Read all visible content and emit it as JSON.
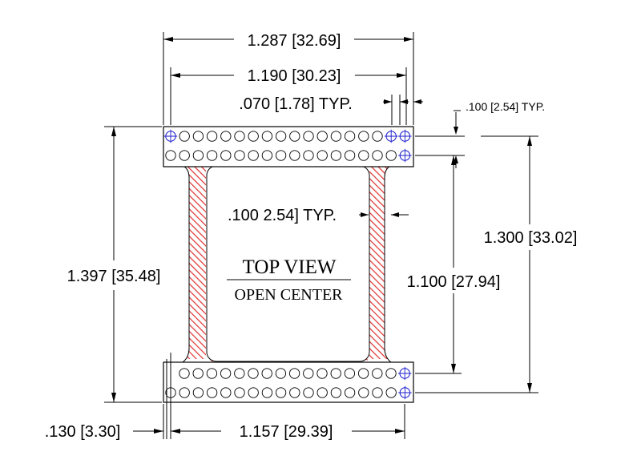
{
  "drawing": {
    "title": "TOP VIEW",
    "subtitle": "OPEN CENTER",
    "hatch_color": "#e03030",
    "pin_marker_color": "#1a1acc",
    "dimensions": {
      "overall_width": "1.287 [32.69]",
      "outer_pitch_span": "1.190 [30.23]",
      "pad_offset": ".070 [1.78]  TYP.",
      "pin_pitch": ".100 [2.54] TYP.",
      "rail_width": ".100 2.54]  TYP.",
      "overall_height": "1.397 [35.48]",
      "row_span_outer": "1.300 [33.02]",
      "row_span_inner": "1.100 [27.94]",
      "edge_offset": ".130 [3.30]",
      "bottom_span": "1.157 [29.39]"
    },
    "pin_rows": {
      "top_row_1_pins": 18,
      "top_row_2_pins": 18,
      "bottom_row_1_pins": 17,
      "bottom_row_2_pins": 18
    }
  }
}
